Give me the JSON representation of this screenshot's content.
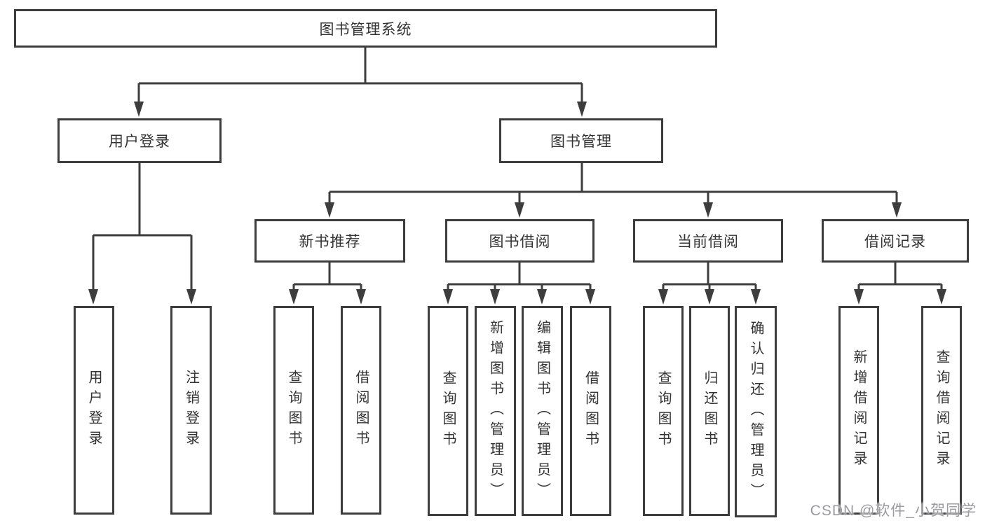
{
  "title": "图书管理系统",
  "colors": {
    "line": "#3d3d3d",
    "box_border": "#3d3d3d",
    "text": "#333333",
    "watermark": "#9b9b9f"
  },
  "nodes": {
    "root": "图书管理系统",
    "user_login_group": {
      "label": "用户登录",
      "children": [
        "用户登录",
        "注销登录"
      ]
    },
    "book_mgmt_group": {
      "label": "图书管理",
      "sections": [
        {
          "label": "新书推荐",
          "children": [
            "查询图书",
            "借阅图书"
          ]
        },
        {
          "label": "图书借阅",
          "children": [
            "查询图书",
            "新增图书（管理员）",
            "编辑图书（管理员）",
            "借阅图书"
          ]
        },
        {
          "label": "当前借阅",
          "children": [
            "查询图书",
            "归还图书",
            "确认归还（管理员）"
          ]
        },
        {
          "label": "借阅记录",
          "children": [
            "新增借阅记录",
            "查询借阅记录"
          ]
        }
      ]
    }
  },
  "watermark": "CSDN @软件_小贺同学"
}
